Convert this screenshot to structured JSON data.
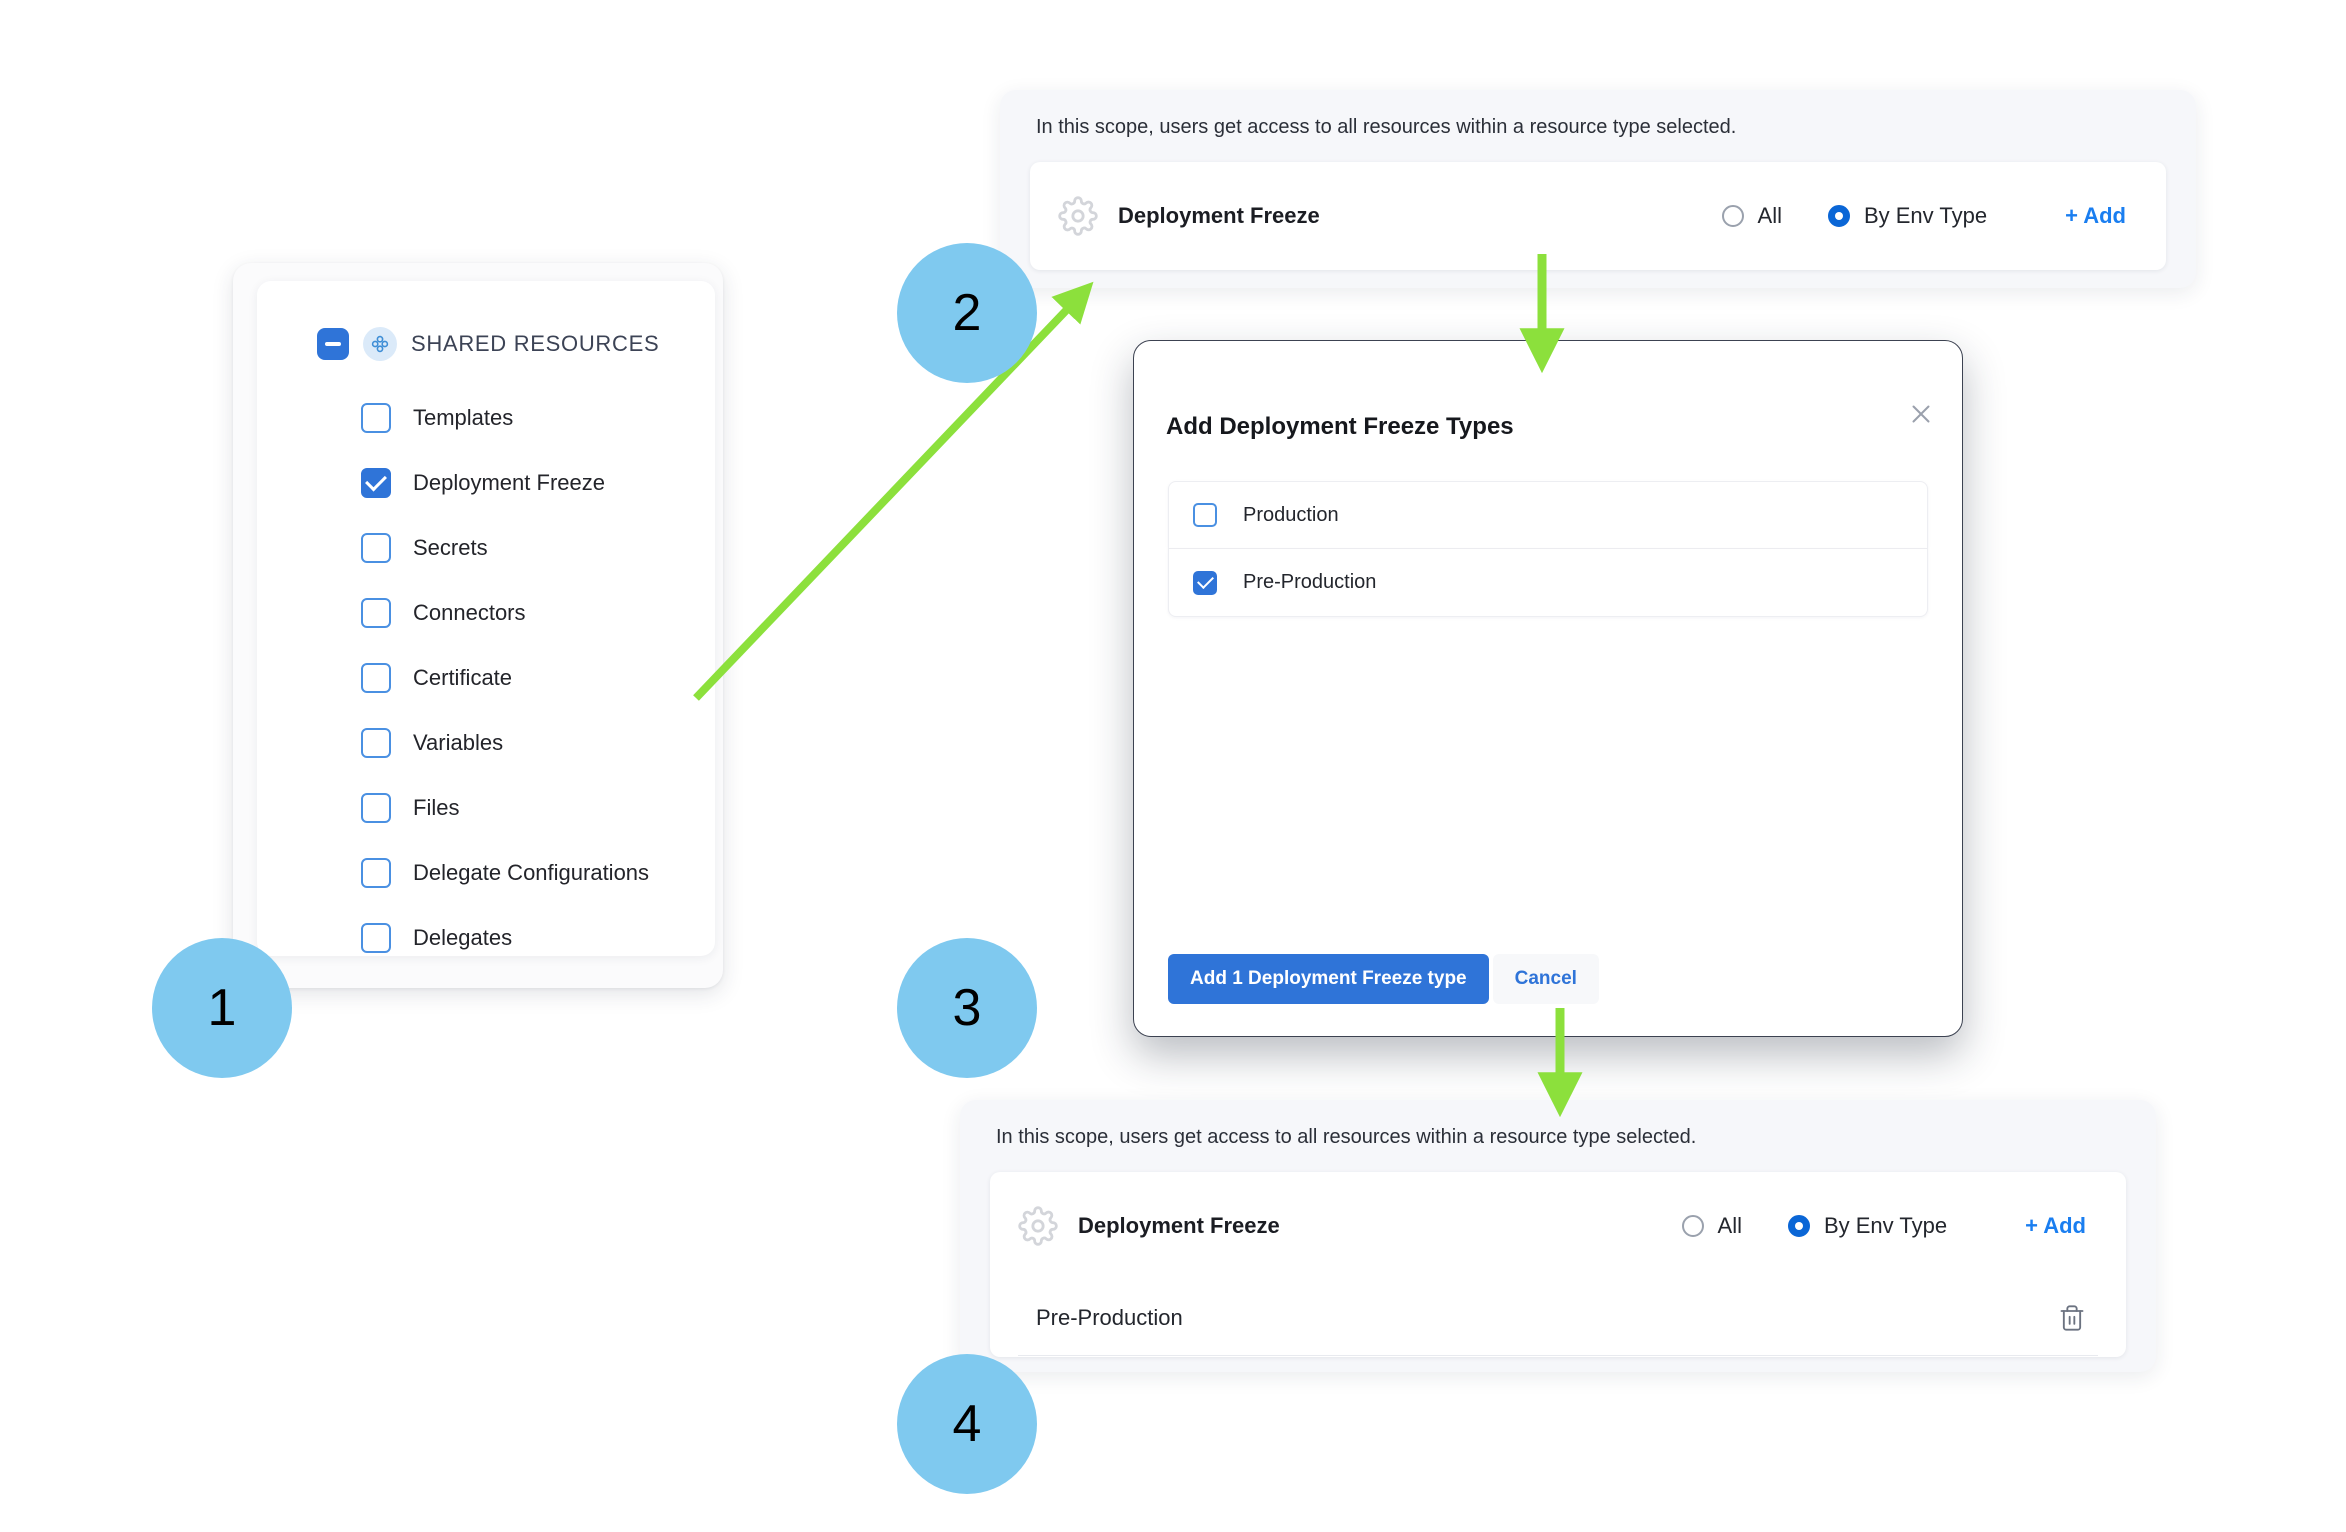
{
  "shared_resources": {
    "header_label": "SHARED RESOURCES",
    "collapse_icon": "minus-collapse-icon",
    "group_icon": "shared-resources-diamond-icon",
    "items": [
      {
        "label": "Templates",
        "checked": false
      },
      {
        "label": "Deployment Freeze",
        "checked": true
      },
      {
        "label": "Secrets",
        "checked": false
      },
      {
        "label": "Connectors",
        "checked": false
      },
      {
        "label": "Certificate",
        "checked": false
      },
      {
        "label": "Variables",
        "checked": false
      },
      {
        "label": "Files",
        "checked": false
      },
      {
        "label": "Delegate Configurations",
        "checked": false
      },
      {
        "label": "Delegates",
        "checked": false
      }
    ]
  },
  "scope_top": {
    "note": "In this scope, users get access to all resources within a resource type selected.",
    "resource_icon": "gear-icon",
    "resource_name": "Deployment Freeze",
    "radios": [
      {
        "label": "All",
        "selected": false
      },
      {
        "label": "By Env Type",
        "selected": true
      }
    ],
    "add_label": "+ Add"
  },
  "modal": {
    "title": "Add Deployment Freeze Types",
    "close_icon": "close-icon",
    "options": [
      {
        "label": "Production",
        "checked": false
      },
      {
        "label": "Pre-Production",
        "checked": true
      }
    ],
    "primary_button": "Add 1 Deployment Freeze type",
    "secondary_button": "Cancel"
  },
  "scope_bottom": {
    "note": "In this scope, users get access to all resources within a resource type selected.",
    "resource_icon": "gear-icon",
    "resource_name": "Deployment Freeze",
    "radios": [
      {
        "label": "All",
        "selected": false
      },
      {
        "label": "By Env Type",
        "selected": true
      }
    ],
    "add_label": "+ Add",
    "selected_rows": [
      {
        "label": "Pre-Production",
        "delete_icon": "trash-icon"
      }
    ]
  },
  "steps": [
    {
      "number": "1"
    },
    {
      "number": "2"
    },
    {
      "number": "3"
    },
    {
      "number": "4"
    }
  ],
  "colors": {
    "accent_blue": "#2f74d8",
    "link_blue": "#1a7ef0",
    "badge_blue": "#7fc9ef",
    "arrow_green": "#8ce03c",
    "panel_bg": "#f6f7fa"
  }
}
